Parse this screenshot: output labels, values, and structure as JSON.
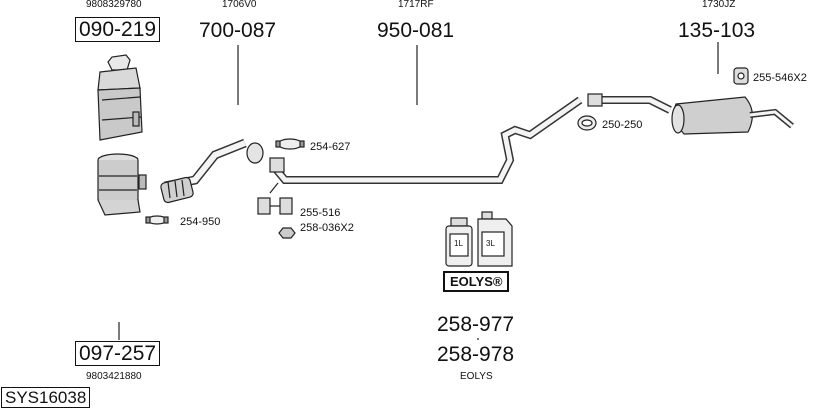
{
  "oe_numbers": {
    "catalyst_top": "9808329780",
    "front_pipe": "1706V0",
    "middle_pipe": "1717RF",
    "rear_silencer": "1730JZ",
    "filter_bottom": "9803421880"
  },
  "part_numbers": {
    "catalyst": "090-219",
    "front_pipe": "700-087",
    "middle_pipe": "950-081",
    "rear_silencer": "135-103",
    "dpf": "097-257",
    "eolys_1": "258-977",
    "eolys_2": "258-978"
  },
  "hardware": {
    "clamp_254_627": "254-627",
    "clamp_254_950": "254-950",
    "bracket_255_516": "255-516",
    "nut_258_036": "258-036X2",
    "ring_250_250": "250-250",
    "hanger_255_546": "255-546X2"
  },
  "eolys": {
    "badge": "EOLYS®",
    "caption": "EOLYS",
    "bottle_small": "1L",
    "bottle_large": "3L"
  },
  "system_id": "SYS16038"
}
